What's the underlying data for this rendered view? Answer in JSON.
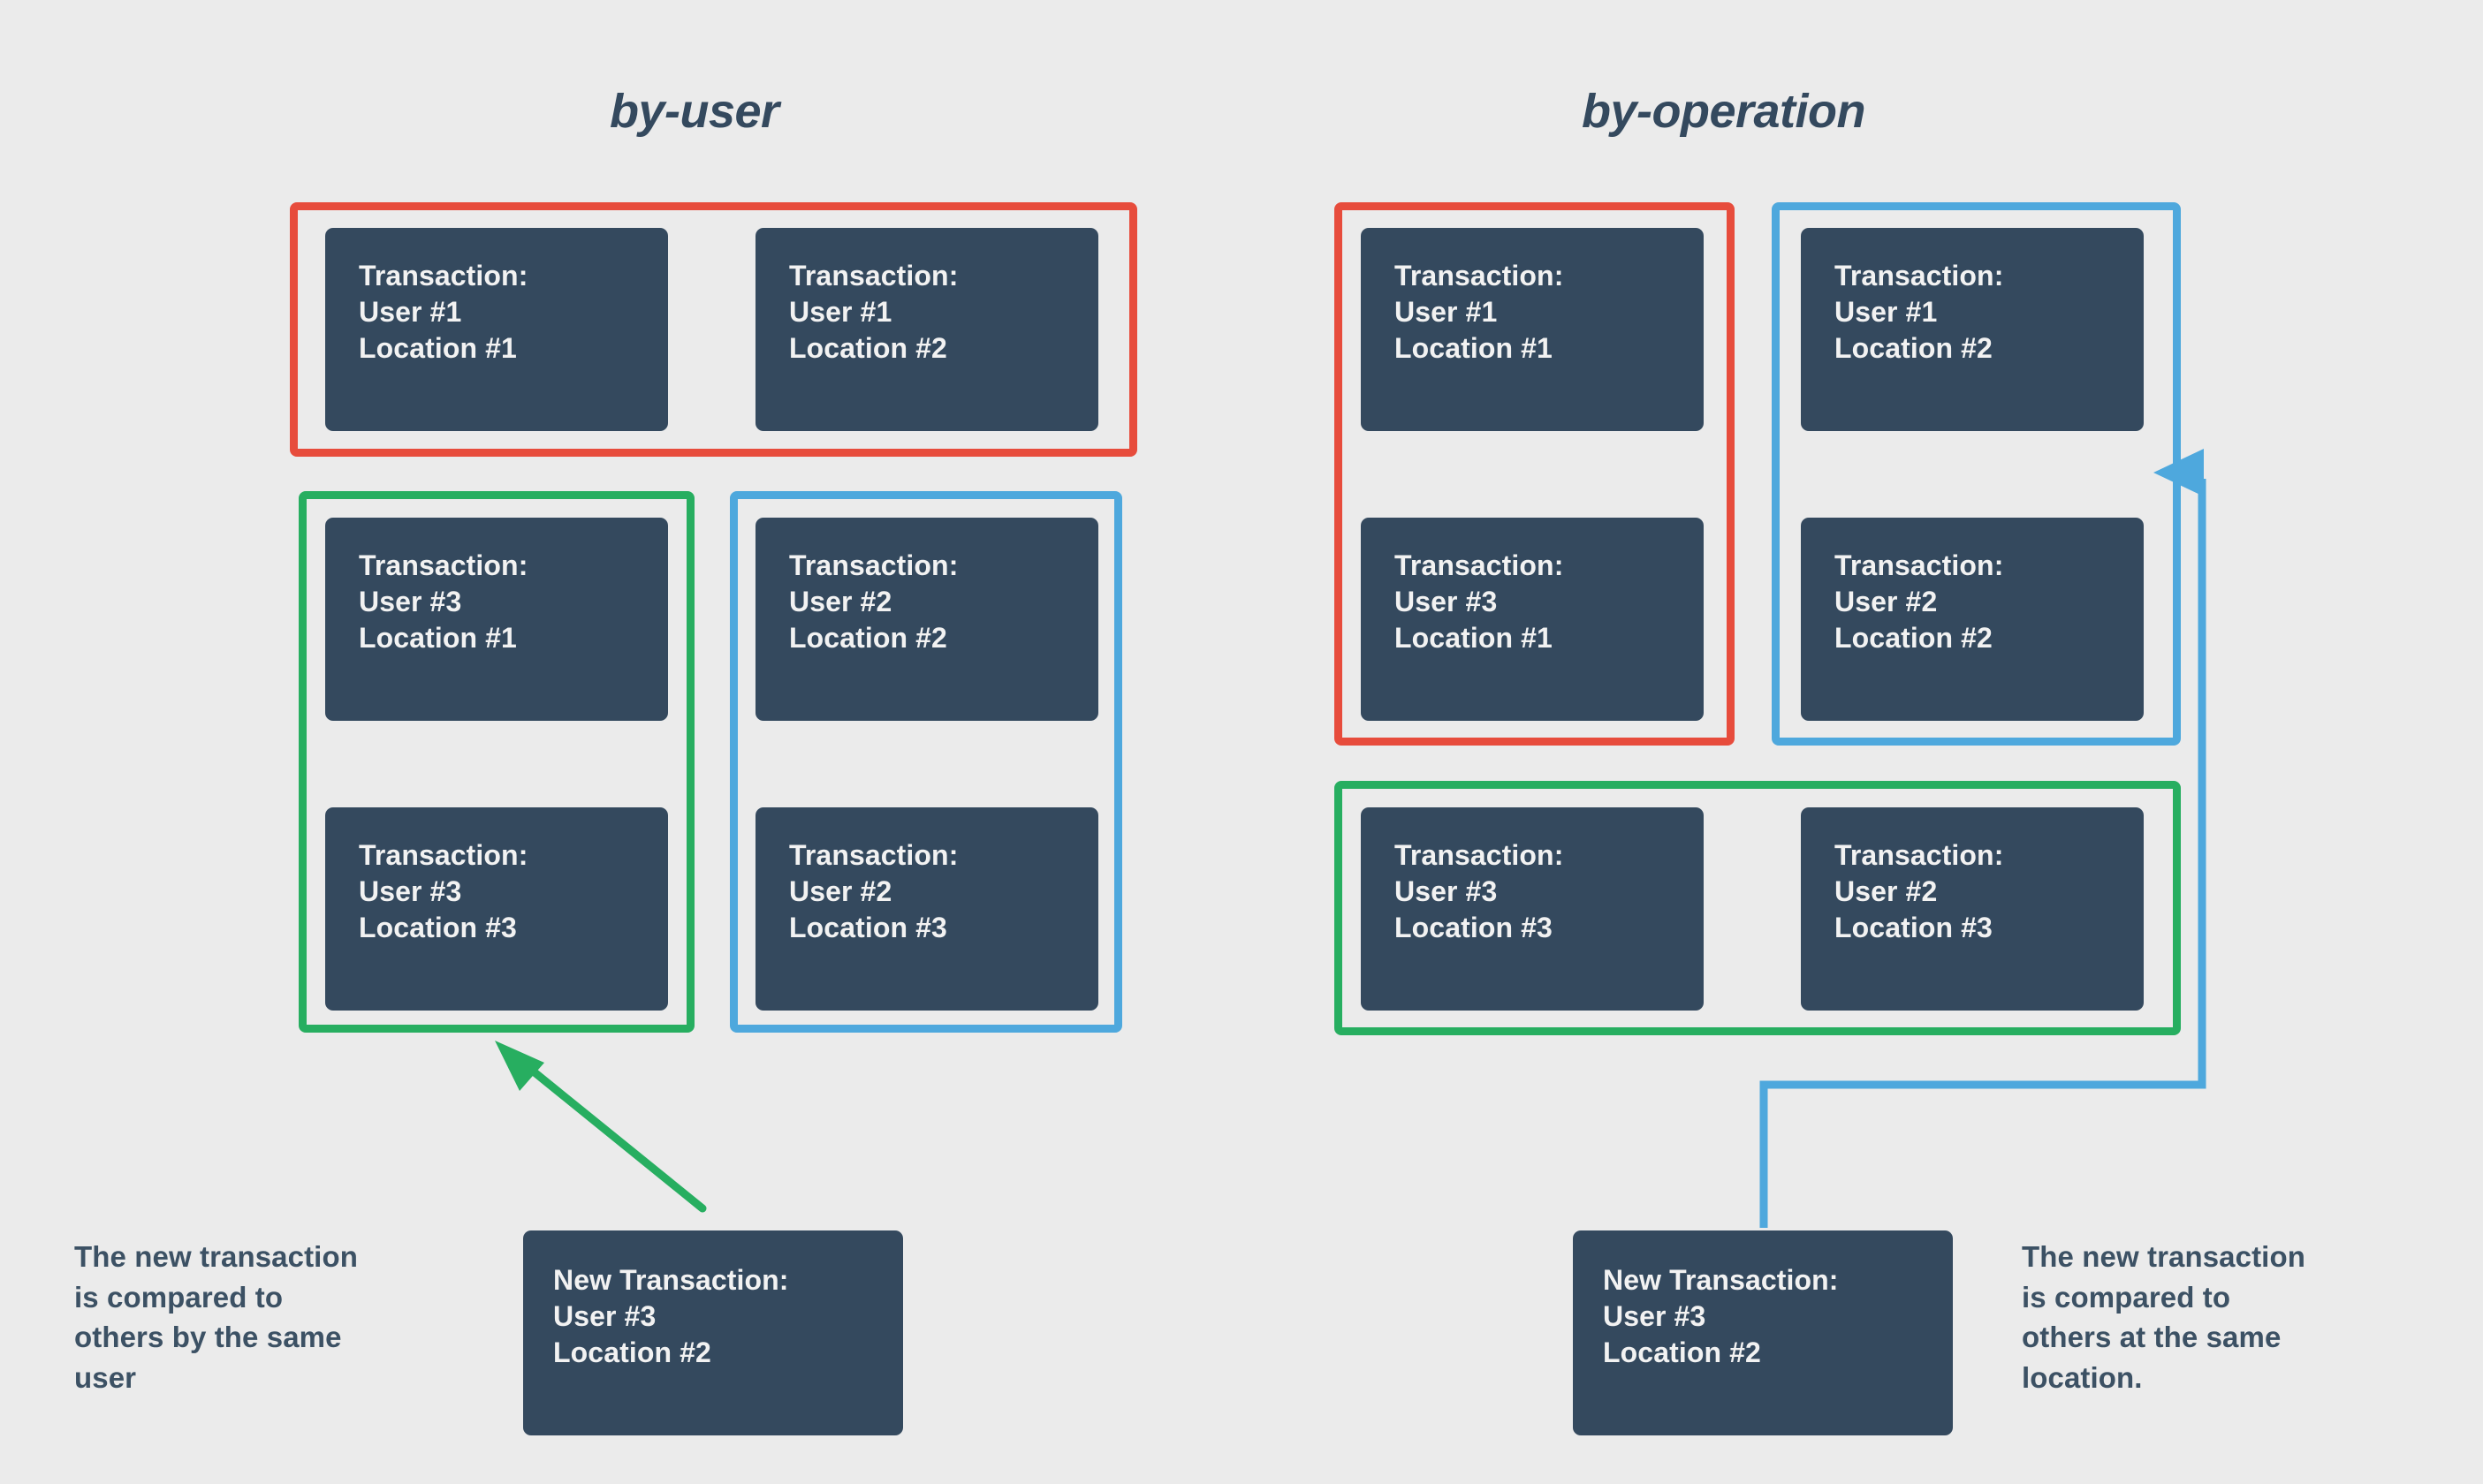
{
  "background_color": "#ebebeb",
  "colors": {
    "card": "#34495e",
    "red_group": "#e74c3c",
    "green_group": "#27ae60",
    "blue_group": "#4ea8dd",
    "text_dark": "#3c5164",
    "card_text": "#f2f2f2"
  },
  "panels": {
    "left": {
      "title": "by-user",
      "groups": [
        {
          "name": "user-1-group",
          "color": "red",
          "cards": [
            {
              "l1": "Transaction:",
              "l2": "User #1",
              "l3": "Location #1"
            },
            {
              "l1": "Transaction:",
              "l2": "User #1",
              "l3": "Location #2"
            }
          ]
        },
        {
          "name": "user-3-group",
          "color": "green",
          "cards": [
            {
              "l1": "Transaction:",
              "l2": "User #3",
              "l3": "Location #1"
            },
            {
              "l1": "Transaction:",
              "l2": "User #3",
              "l3": "Location #3"
            }
          ]
        },
        {
          "name": "user-2-group",
          "color": "blue",
          "cards": [
            {
              "l1": "Transaction:",
              "l2": "User #2",
              "l3": "Location #2"
            },
            {
              "l1": "Transaction:",
              "l2": "User #2",
              "l3": "Location #3"
            }
          ]
        }
      ],
      "new_transaction": {
        "l1": "New Transaction:",
        "l2": "User #3",
        "l3": "Location #2"
      },
      "caption": {
        "lines": [
          "The new transaction",
          "is compared to",
          "others by the same",
          "user"
        ]
      },
      "arrow": {
        "name": "green-arrow",
        "color": "#27ae60"
      }
    },
    "right": {
      "title": "by-operation",
      "groups": [
        {
          "name": "location-1-group",
          "color": "red",
          "cards": [
            {
              "l1": "Transaction:",
              "l2": "User #1",
              "l3": "Location #1"
            },
            {
              "l1": "Transaction:",
              "l2": "User #3",
              "l3": "Location #1"
            }
          ]
        },
        {
          "name": "location-2-group",
          "color": "blue",
          "cards": [
            {
              "l1": "Transaction:",
              "l2": "User #1",
              "l3": "Location #2"
            },
            {
              "l1": "Transaction:",
              "l2": "User #2",
              "l3": "Location #2"
            }
          ]
        },
        {
          "name": "location-3-group",
          "color": "green",
          "cards": [
            {
              "l1": "Transaction:",
              "l2": "User #3",
              "l3": "Location #3"
            },
            {
              "l1": "Transaction:",
              "l2": "User #2",
              "l3": "Location #3"
            }
          ]
        }
      ],
      "new_transaction": {
        "l1": "New Transaction:",
        "l2": "User #3",
        "l3": "Location #2"
      },
      "caption": {
        "lines": [
          "The new transaction",
          "is compared to",
          "others at the same",
          "location."
        ]
      },
      "arrow": {
        "name": "blue-arrow",
        "color": "#4ea8dd"
      }
    }
  }
}
